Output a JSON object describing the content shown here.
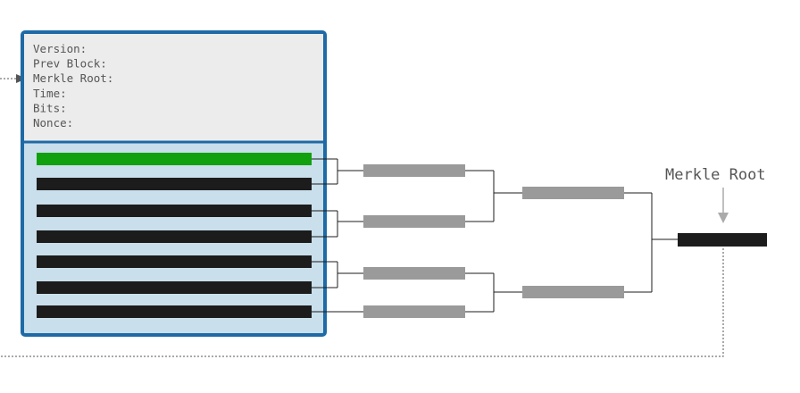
{
  "block_header": {
    "fields": [
      {
        "label": "Version:"
      },
      {
        "label": "Prev Block:"
      },
      {
        "label": "Merkle Root:"
      },
      {
        "label": "Time:"
      },
      {
        "label": "Bits:"
      },
      {
        "label": "Nonce:"
      }
    ]
  },
  "transactions": [
    {
      "kind": "coinbase"
    },
    {
      "kind": "tx"
    },
    {
      "kind": "tx"
    },
    {
      "kind": "tx"
    },
    {
      "kind": "tx"
    },
    {
      "kind": "tx"
    },
    {
      "kind": "tx"
    }
  ],
  "merkle_root_label": "Merkle Root",
  "colors": {
    "block_border": "#1e6aa6",
    "header_fill": "#ececec",
    "tx_area_fill": "#c9dfeb",
    "coinbase": "#11a00e",
    "transaction": "#1c1c1c",
    "hash_node": "#9a9a9a",
    "root_node": "#1c1c1c",
    "connector": "#1c1c1c",
    "dotted_arrow": "#555555"
  }
}
